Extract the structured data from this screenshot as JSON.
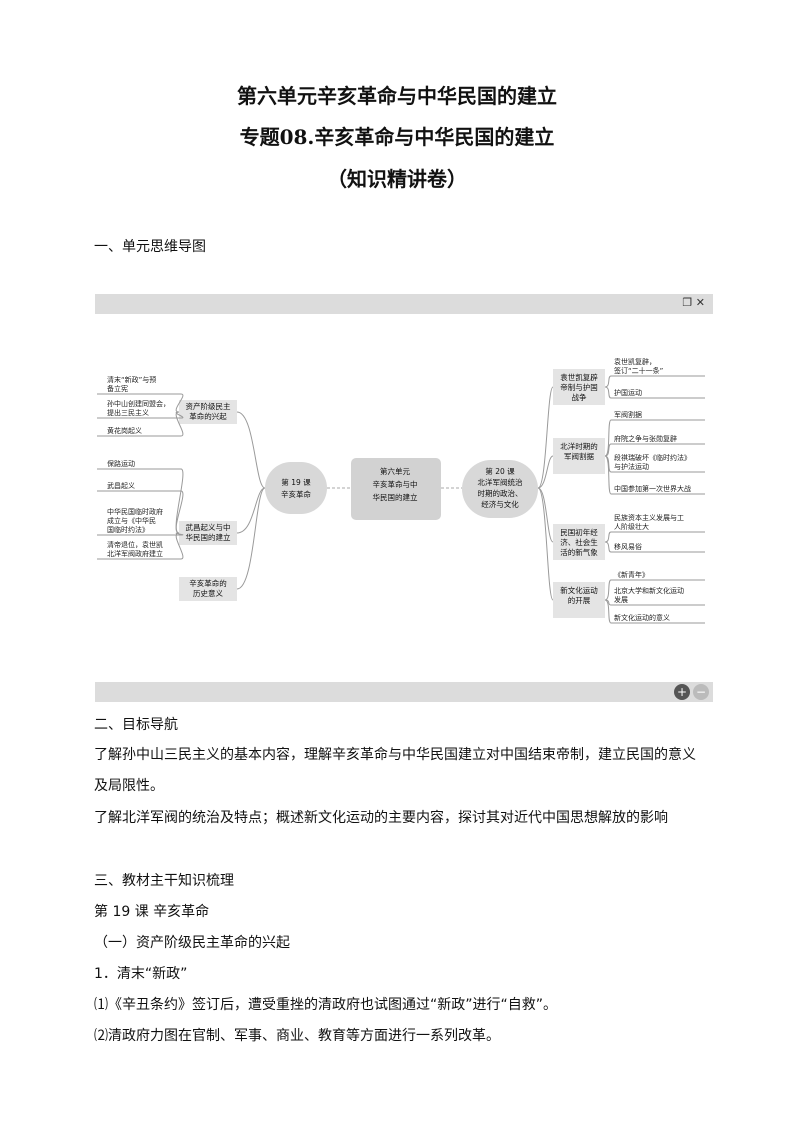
{
  "titles": {
    "unit": "第六单元辛亥革命与中华民国的建立",
    "topic": "专题08.辛亥革命与中华民国的建立",
    "kind": "（知识精讲卷）"
  },
  "section1": "一、单元思维导图",
  "mindmap": {
    "window_icons": "❐ ✕",
    "center": [
      "第六单元",
      "辛亥革命与中",
      "华民国的建立"
    ],
    "left_hub": [
      "第 19 课",
      "辛亥革命"
    ],
    "right_hub": [
      "第 20 课",
      "北洋军阀统治",
      "时期的政治、",
      "经济与文化"
    ],
    "left_branches": [
      {
        "label": [
          "资产阶级民主",
          "革命的兴起"
        ],
        "leaves": [
          [
            "清末“新政”与预",
            "备立宪"
          ],
          [
            "孙中山创建同盟会，",
            "提出三民主义"
          ],
          [
            "黄花岗起义"
          ]
        ]
      },
      {
        "label": [
          "武昌起义与中",
          "华民国的建立"
        ],
        "leaves": [
          [
            "保路运动"
          ],
          [
            "武昌起义"
          ],
          [
            "中华民国临时政府",
            "成立与《中华民",
            "国临时约法》"
          ],
          [
            "清帝退位，袁世凯",
            "北洋军阀政府建立"
          ]
        ]
      },
      {
        "label": [
          "辛亥革命的",
          "历史意义"
        ],
        "leaves": []
      }
    ],
    "right_branches": [
      {
        "label": [
          "袁世凯复辟",
          "帝制与护国",
          "战争"
        ],
        "leaves": [
          [
            "袁世凯复辟，",
            "签订“二十一条”"
          ],
          [
            "护国运动"
          ]
        ]
      },
      {
        "label": [
          "北洋时期的",
          "军阀割据"
        ],
        "leaves": [
          [
            "军阀割据"
          ],
          [
            "府院之争与张勋复辟"
          ],
          [
            "段祺瑞破坏《临时约法》",
            "与护法运动"
          ],
          [
            "中国参加第一次世界大战"
          ]
        ]
      },
      {
        "label": [
          "民国初年经",
          "济、社会生",
          "活的新气象"
        ],
        "leaves": [
          [
            "民族资本主义发展与工",
            "人阶级壮大"
          ],
          [
            "移风易俗"
          ]
        ]
      },
      {
        "label": [
          "新文化运动",
          "的开展"
        ],
        "leaves": [
          [
            "《新青年》"
          ],
          [
            "北京大学和新文化运动",
            "发展"
          ],
          [
            "新文化运动的意义"
          ]
        ]
      }
    ]
  },
  "section2": "二、目标导航",
  "goal1_line1": "了解孙中山三民主义的基本内容，理解辛亥革命与中华民国建立对中国结束帝制，建立民国的意义",
  "goal1_line2": "及局限性。",
  "goal2": "了解北洋军阀的统治及特点；概述新文化运动的主要内容，探讨其对近代中国思想解放的影响",
  "section3": "三、教材主干知识梳理",
  "lesson19": "第 19 课  辛亥革命",
  "sub1": "（一）资产阶级民主革命的兴起",
  "item1": "1．清末“新政”",
  "item1_1": "⑴《辛丑条约》签订后，遭受重挫的清政府也试图通过“新政”进行“自救”。",
  "item1_2": "⑵清政府力图在官制、军事、商业、教育等方面进行一系列改革。"
}
